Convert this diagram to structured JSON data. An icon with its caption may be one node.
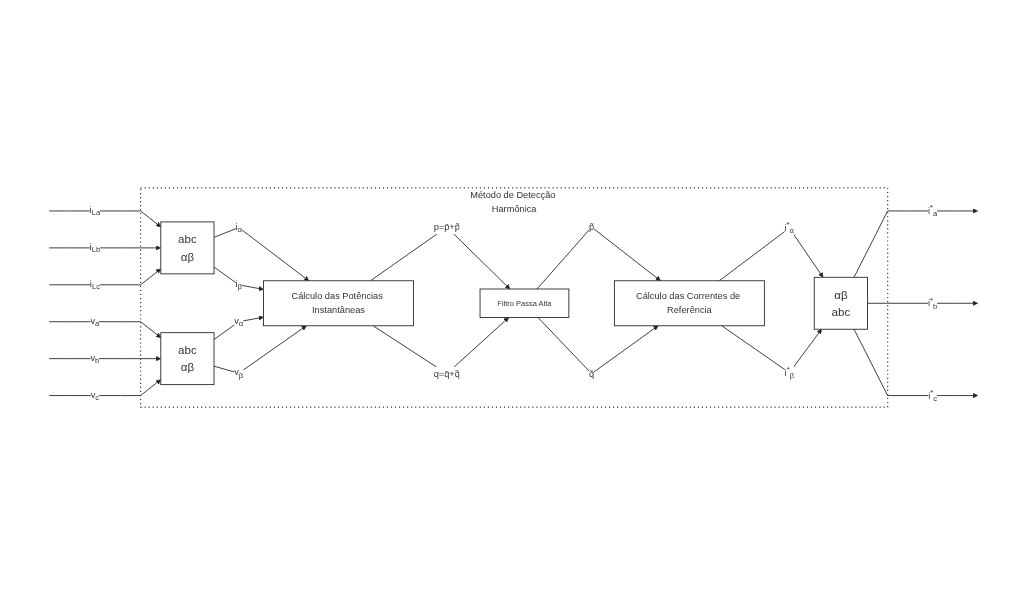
{
  "diagram": {
    "nodes": [
      {
        "text": [
          "Método de Detecção Harmônica"
        ]
      },
      {
        "text": [
          "abc",
          "αβ"
        ],
        "in": 0
      },
      {
        "text": [
          "abc",
          "αβ"
        ],
        "in": 0
      },
      {
        "text": [
          "Cálculo das Potências Instantâneas"
        ],
        "in": 0
      },
      {
        "text": [
          "Filtro Passa Alta"
        ],
        "in": 0
      },
      {
        "text": [
          "Cálculo das Correntes de Referência"
        ],
        "in": 0
      },
      {
        "text": [
          "αβ",
          "abc"
        ],
        "in": 0
      }
    ],
    "edges": [
      {
        "from": null,
        "to": 1,
        "arrow": "to",
        "label": "i$_{La}$"
      },
      {
        "from": null,
        "to": 1,
        "arrow": "to",
        "label": "i$_{Lb}$"
      },
      {
        "from": null,
        "to": 1,
        "arrow": "to",
        "label": "i$_{Lc}$"
      },
      {
        "from": null,
        "to": 2,
        "arrow": "to",
        "label": "v$_{a}$"
      },
      {
        "from": null,
        "to": 2,
        "arrow": "to",
        "label": "v$_{b}$"
      },
      {
        "from": null,
        "to": 2,
        "arrow": "to",
        "label": "v$_{c}$"
      },
      {
        "from": 1,
        "to": 3,
        "arrow": "to",
        "label": "i$_{α}$"
      },
      {
        "from": 1,
        "to": 3,
        "arrow": "to",
        "label": "i$_{β}$"
      },
      {
        "from": 2,
        "to": 3,
        "arrow": "to",
        "label": "v$_{α}$"
      },
      {
        "from": 2,
        "to": 3,
        "arrow": "to",
        "label": "v$_{β}$"
      },
      {
        "from": 3,
        "to": 4,
        "arrow": "to",
        "label": "p=p̄+p̃"
      },
      {
        "from": 3,
        "to": 4,
        "arrow": "to",
        "label": "q=q̄+q̃"
      },
      {
        "from": 4,
        "to": 5,
        "arrow": "to",
        "label": "p̃"
      },
      {
        "from": 4,
        "to": 5,
        "arrow": "to",
        "label": "q̃"
      },
      {
        "from": 5,
        "to": 6,
        "arrow": "to",
        "label": "i$^{*}$$_{α}$"
      },
      {
        "from": 5,
        "to": 6,
        "arrow": "to",
        "label": "i$^{*}$$_{β}$"
      },
      {
        "from": 6,
        "to": null,
        "arrow": "to",
        "label": "i$^{*}$$_{a}$"
      },
      {
        "from": 6,
        "to": null,
        "arrow": "to",
        "label": "i$^{*}$$_{b}$"
      },
      {
        "from": 6,
        "to": null,
        "arrow": "to",
        "label": "i$^{*}$$_{c}$"
      }
    ]
  }
}
